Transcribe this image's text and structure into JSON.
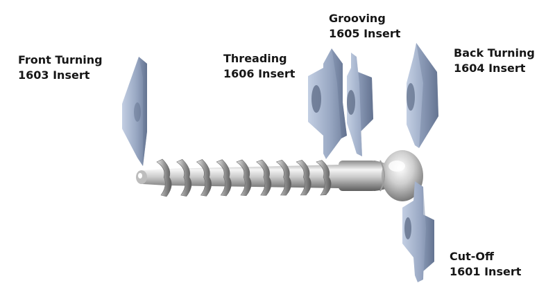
{
  "labels": {
    "front_turning": {
      "name": "Front Turning",
      "insert": "1603 Insert"
    },
    "threading": {
      "name": "Threading",
      "insert": "1606 Insert"
    },
    "grooving": {
      "name": "Grooving",
      "insert": "1605 Insert"
    },
    "back_turning": {
      "name": "Back Turning",
      "insert": "1604 Insert"
    },
    "cut_off": {
      "name": "Cut-Off",
      "insert": "1601 Insert"
    }
  },
  "colors": {
    "insert_light": "#b9c6dd",
    "insert_mid": "#8b9bb8",
    "insert_dark": "#5f6f8d",
    "metal_light": "#f2f2f2",
    "metal_mid": "#b4b4b4",
    "metal_dark": "#6a6a6a",
    "text": "#161616"
  },
  "screw": {
    "thread_count": 9
  }
}
